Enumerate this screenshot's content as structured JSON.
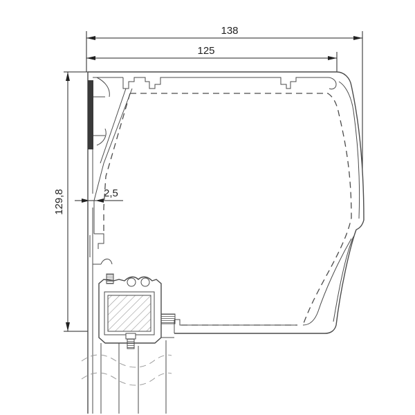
{
  "dimensions": {
    "overall_width": "138",
    "inner_width": "125",
    "height": "129,8",
    "wall_thickness": "2,5"
  },
  "colors": {
    "line": "#4a4a4a",
    "dimension": "#222222",
    "dark_strip": "#3a3a3a",
    "hatch": "#999999"
  }
}
